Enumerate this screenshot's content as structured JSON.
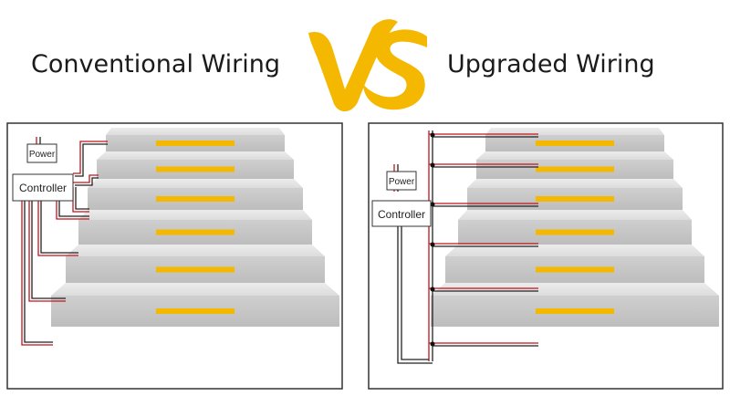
{
  "titles": {
    "left": "Conventional Wiring",
    "right": "Upgraded Wiring",
    "versus": "VS"
  },
  "left_panel": {
    "power_label": "Power",
    "controller_label": "Controller"
  },
  "right_panel": {
    "power_label": "Power",
    "controller_label": "Controller"
  },
  "colors": {
    "strip": "#f5b800",
    "vs": "#f5b800",
    "wire_red": "#c0141c",
    "wire_dark": "#222222",
    "step_top": "#d9d9d9",
    "step_face": "#c6c6c6"
  },
  "step_count": 6
}
